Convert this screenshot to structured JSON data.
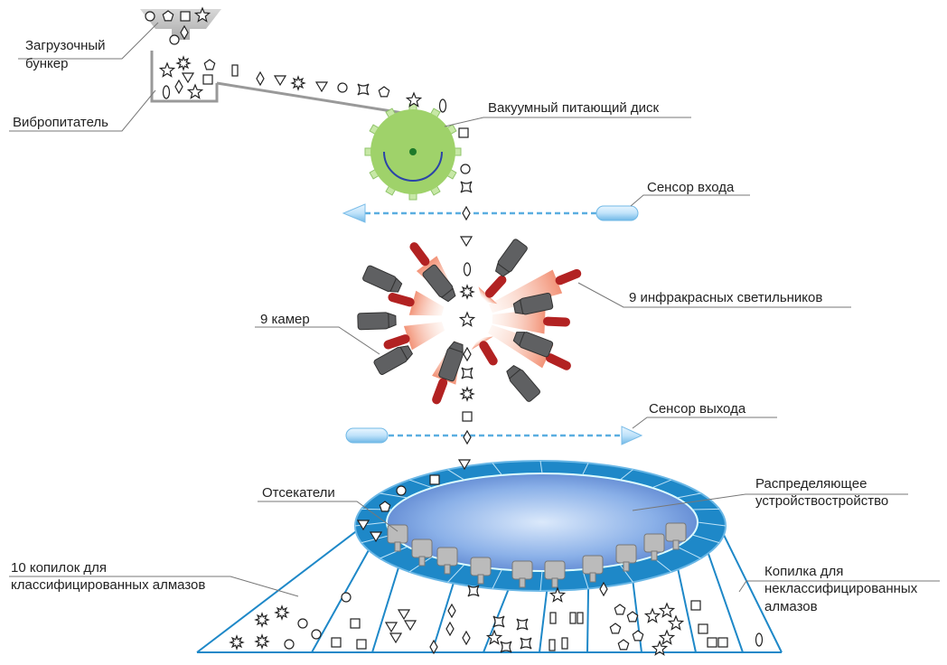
{
  "labels": {
    "hopper_1": "Загрузочный",
    "hopper_2": "бункер",
    "feeder": "Вибропитатель",
    "disc": "Вакуумный  питающий диск",
    "sensor_in": "Сенсор входа",
    "lights": "9 инфракрасных светильников",
    "cameras": "9 камер",
    "sensor_out": "Сенсор выхода",
    "cutters": "Отсекатели",
    "distributor_1": "Распределяющее",
    "distributor_2": "устройствостройство",
    "bins_1": "10 копилок для",
    "bins_2": "классифицированных алмазов",
    "unclassified_1": "Копилка для",
    "unclassified_2": "неклассифицированных",
    "unclassified_3": "алмазов"
  },
  "colors": {
    "disc": "#9fd26a",
    "ring": "#1e88c8",
    "camera": "#5f6062",
    "light": "#b22222",
    "sensor_line": "#5aaee0"
  }
}
